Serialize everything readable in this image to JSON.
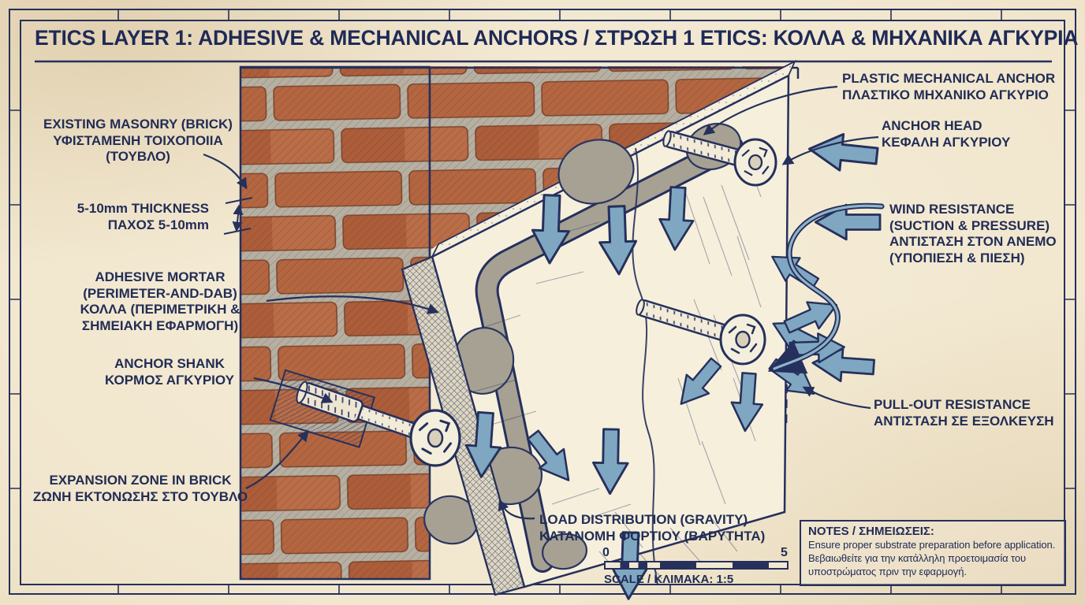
{
  "title": "ETICS LAYER 1: ADHESIVE & MECHANICAL ANCHORS / ΣΤΡΩΣΗ 1 ETICS: ΚΟΛΛΑ & ΜΗΧΑΝΙΚΑ ΑΓΚΥΡΙΑ",
  "labels": {
    "existing_masonry": {
      "line1": "EXISTING MASONRY (BRICK)",
      "line2": "ΥΦΙΣΤΑΜΕΝΗ ΤΟΙΧΟΠΟΙΙΑ",
      "line3": "(ΤΟΥΒΛΟ)"
    },
    "thickness": {
      "line1": "5-10mm THICKNESS",
      "line2": "ΠΑΧΟΣ 5-10mm"
    },
    "adhesive_mortar": {
      "line1": "ADHESIVE MORTAR",
      "line2": "(PERIMETER-AND-DAB)",
      "line3": "ΚΟΛΛΑ (ΠΕΡΙΜΕΤΡΙΚΗ &",
      "line4": "ΣΗΜΕΙΑΚΗ ΕΦΑΡΜΟΓΗ)"
    },
    "anchor_shank": {
      "line1": "ANCHOR SHANK",
      "line2": "ΚΟΡΜΟΣ ΑΓΚΥΡΙΟΥ"
    },
    "expansion_zone": {
      "line1": "EXPANSION ZONE IN BRICK",
      "line2": "ΖΩΝΗ ΕΚΤΟΝΩΣΗΣ ΣΤΟ ΤΟΥΒΛΟ"
    },
    "plastic_anchor": {
      "line1": "PLASTIC MECHANICAL ANCHOR",
      "line2": "ΠΛΑΣΤΙΚΟ ΜΗΧΑΝΙΚΟ ΑΓΚΥΡΙΟ"
    },
    "anchor_head": {
      "line1": "ANCHOR HEAD",
      "line2": "ΚΕΦΑΛΗ ΑΓΚΥΡΙΟΥ"
    },
    "wind_resistance": {
      "line1": "WIND RESISTANCE",
      "line2": "(SUCTION & PRESSURE)",
      "line3": "ΑΝΤΙΣΤΑΣΗ ΣΤΟΝ ΑΝΕΜΟ",
      "line4": "(ΥΠΟΠΙΕΣΗ & ΠΙΕΣΗ)"
    },
    "pull_out": {
      "line1": "PULL-OUT RESISTANCE",
      "line2": "ΑΝΤΙΣΤΑΣΗ ΣΕ ΕΞΟΛΚΕΥΣΗ"
    },
    "load_distribution": {
      "line1": "LOAD DISTRIBUTION (GRAVITY)",
      "line2": "ΚΑΤΑΝΟΜΗ ΦΟΡΤΙΟΥ (ΒΑΡΥΤΗΤΑ)"
    }
  },
  "scale_bar": {
    "start": "0",
    "end": "5",
    "label": "SCALE / ΚΛΙΜΑΚΑ: 1:5"
  },
  "notes": {
    "heading": "NOTES / ΣΗΜΕΙΩΣΕΙΣ:",
    "line1": "Ensure proper substrate preparation before application.",
    "line2": "Βεβαιωθείτε για την κατάλληλη προετοιμασία του",
    "line3": "υποστρώματος πριν την εφαρμογή."
  },
  "colors": {
    "paper": "#f1e6cd",
    "ink": "#25305c",
    "brick": "#b5663f",
    "mortar": "#b7b0a1",
    "adhesive_gray": "#a6a193",
    "insulation": "#f6efdc",
    "arrow_blue": "#7fa7c2"
  }
}
